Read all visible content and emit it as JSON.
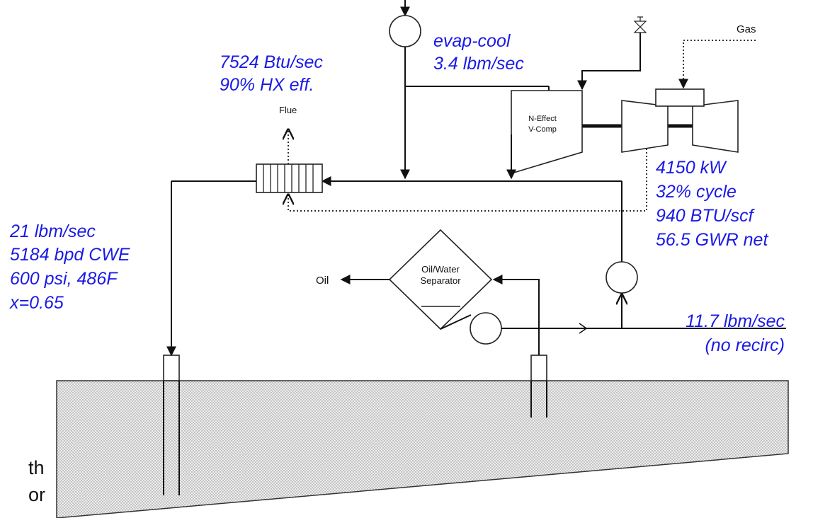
{
  "annotations": {
    "hx": [
      "7524 Btu/sec",
      "90% HX eff."
    ],
    "evap": [
      "evap-cool",
      "3.4 lbm/sec"
    ],
    "well": [
      "21 lbm/sec",
      "5184 bpd CWE",
      "600 psi, 486F",
      "x=0.65"
    ],
    "turbine": [
      "4150 kW",
      "32% cycle",
      "940 BTU/scf",
      "56.5 GWR net"
    ],
    "outflow": [
      "11.7 lbm/sec",
      "(no recirc)"
    ]
  },
  "labels": {
    "flue": "Flue",
    "gas": "Gas",
    "oil": "Oil",
    "separator": [
      "Oil/Water",
      "Separator"
    ],
    "compressor": [
      "N-Effect",
      "V-Comp"
    ]
  },
  "cutoff_text": [
    "th",
    "or"
  ],
  "colors": {
    "annotation": "#1a1ae6",
    "ground_fill": "#d8d8d8",
    "line": "#111111"
  }
}
